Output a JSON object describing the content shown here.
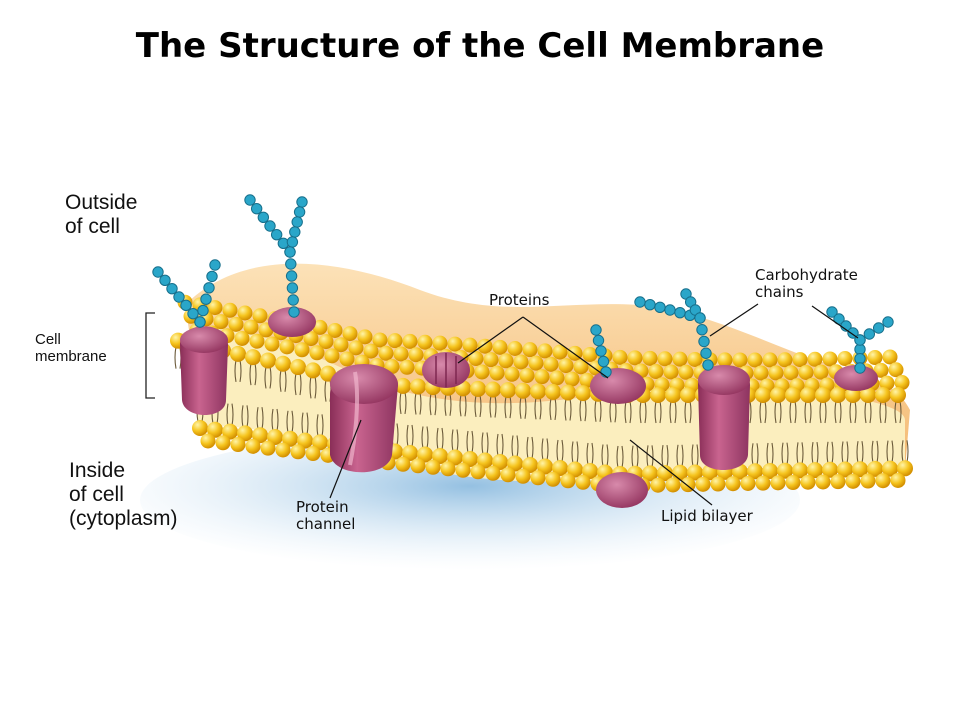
{
  "title": "The Structure of the Cell Membrane",
  "labels": {
    "outside_line1": "Outside",
    "outside_line2": "of cell",
    "cell_membrane_line1": "Cell",
    "cell_membrane_line2": "membrane",
    "inside_line1": "Inside",
    "inside_line2": "of cell",
    "inside_line3": "(cytoplasm)",
    "proteins": "Proteins",
    "carbohydrate_line1": "Carbohydrate",
    "carbohydrate_line2": "chains",
    "protein_channel_line1": "Protein",
    "protein_channel_line2": "channel",
    "lipid_bilayer": "Lipid bilayer"
  },
  "colors": {
    "lipid_head": "#f4c21e",
    "lipid_head_shade": "#d79a05",
    "membrane_core": "#fbedb8",
    "backdrop": "#f6c88a",
    "protein": "#b04a78",
    "protein_dark": "#7e2750",
    "carbohydrate": "#2aa6c9",
    "shadow": "#7fb3da"
  }
}
